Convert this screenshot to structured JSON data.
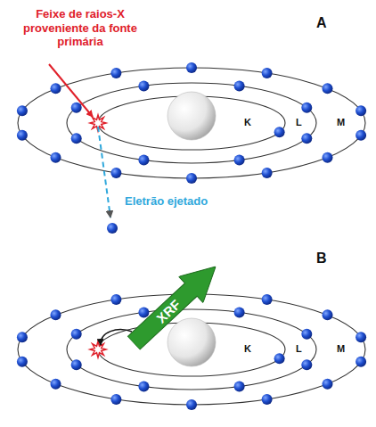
{
  "diagram": {
    "nodes": [
      {
        "text": [
          "XRF"
        ]
      }
    ],
    "labels": [
      "Feixe de raios-X proveniente da fonte primária",
      "A",
      "K",
      "L",
      "M",
      "Eletrão ejetado",
      "B",
      "K",
      "L",
      "M"
    ]
  }
}
